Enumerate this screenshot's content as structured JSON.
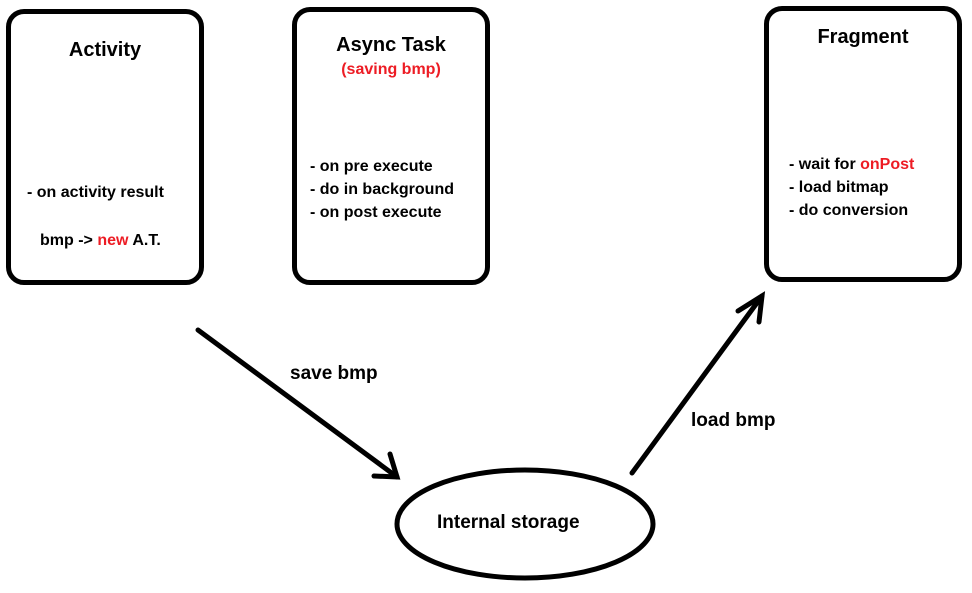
{
  "colors": {
    "accent_red": "#ed1c24",
    "ink": "#000000",
    "background": "#ffffff"
  },
  "nodes": {
    "activity": {
      "title": "Activity",
      "lines": [
        "- on activity result"
      ],
      "bmp_line": {
        "prefix": "bmp -> ",
        "highlight": "new",
        "suffix": " A.T."
      }
    },
    "async_task": {
      "title": "Async Task",
      "subtitle": "(saving bmp)",
      "lines": [
        "- on pre execute",
        "- do in background",
        "- on post execute"
      ]
    },
    "fragment": {
      "title": "Fragment",
      "wait_line": {
        "prefix": "- wait for ",
        "highlight": "onPost"
      },
      "lines": [
        "- load bitmap",
        "- do conversion"
      ]
    },
    "storage": {
      "label": "Internal storage"
    }
  },
  "edges": {
    "save": {
      "label": "save bmp",
      "from": "activity",
      "to": "storage"
    },
    "load": {
      "label": "load bmp",
      "from": "storage",
      "to": "fragment"
    }
  }
}
